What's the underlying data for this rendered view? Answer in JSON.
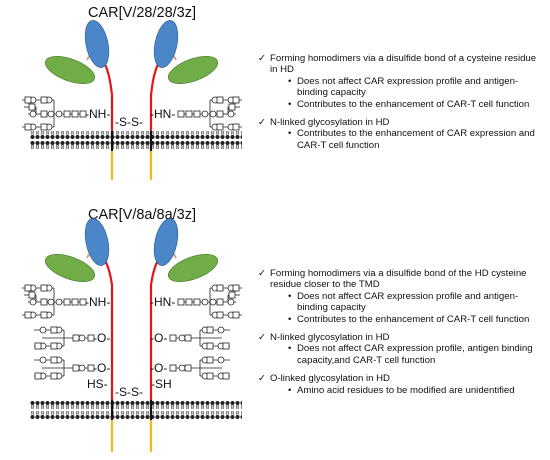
{
  "top": {
    "title": "CAR[V/28/28/3z]",
    "labels": {
      "nh": "-NH-",
      "ss": "-S-S-",
      "hn": "-HN-"
    },
    "bullets": [
      {
        "text": "Forming homodimers via a disulfide bond of a cysteine residue in HD",
        "subs": [
          "Does not affect CAR expression profile and antigen-binding capacity",
          "Contributes to the enhancement of CAR-T cell function"
        ]
      },
      {
        "text": "N-linked glycosylation in HD",
        "subs": [
          "Contributes to the enhancement of CAR expression and CAR-T cell function"
        ]
      }
    ]
  },
  "bottom": {
    "title": "CAR[V/8a/8a/3z]",
    "labels": {
      "nh": "-NH-",
      "hn": "-HN-",
      "o1l": "-O-",
      "o2l": "-O-",
      "o1r": "-O-",
      "o2r": "-O-",
      "hs": "HS-",
      "ss": "-S-S-",
      "sh": "-SH"
    },
    "bullets": [
      {
        "text": "Forming homodimers via a disulfide bond of the HD cysteine residue closer to the TMD",
        "subs": [
          "Does not affect CAR expression profile and antigen-binding capacity",
          "Contributes to the enhancement of CAR-T cell function"
        ]
      },
      {
        "text": "N-linked glycosylation in HD",
        "subs": [
          "Does not affect CAR expression profile, antigen binding capacity,and CAR-T cell function"
        ]
      },
      {
        "text": "O-linked glycosylation in HD",
        "subs": [
          "Amino acid residues to be modified are unidentified"
        ]
      }
    ]
  },
  "symbols": {
    "check": "✓",
    "bullet": "•"
  },
  "colors": {
    "hinge": "#e8141c",
    "tail": "#f6b617",
    "blue_domain": "#4a86c8",
    "green_domain": "#70ad47",
    "linker": "#d9a58a",
    "membrane": "#333333"
  }
}
